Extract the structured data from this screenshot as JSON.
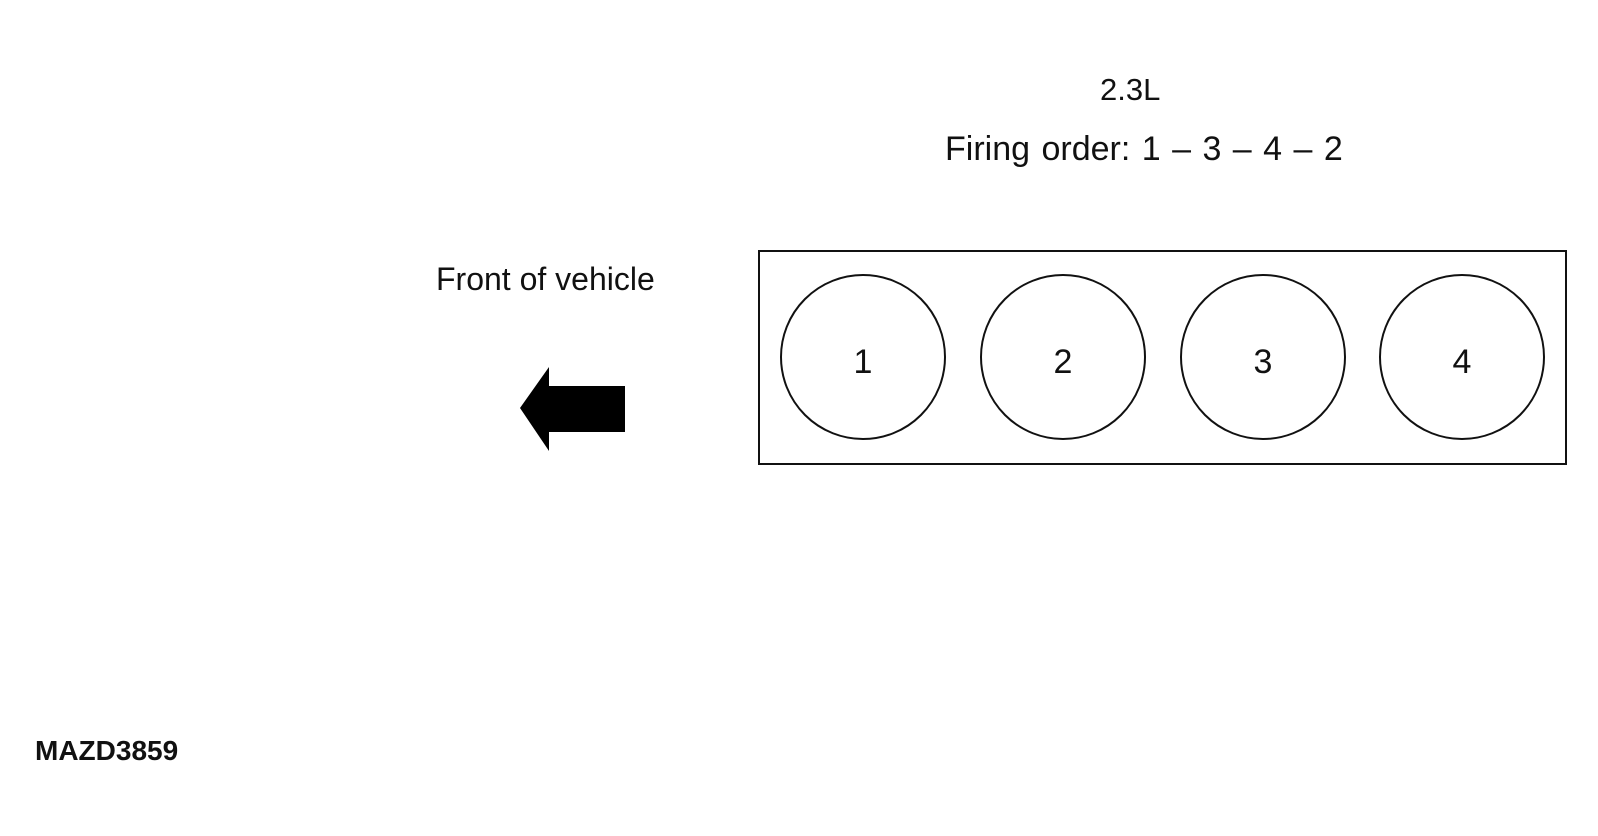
{
  "title": "2.3L",
  "firing_order": "Firing order:  1 – 3 – 4 – 2",
  "front_label": "Front of vehicle",
  "code": "MAZD3859",
  "cylinders": [
    "1",
    "2",
    "3",
    "4"
  ],
  "arrow_icon": "arrow-left-icon"
}
